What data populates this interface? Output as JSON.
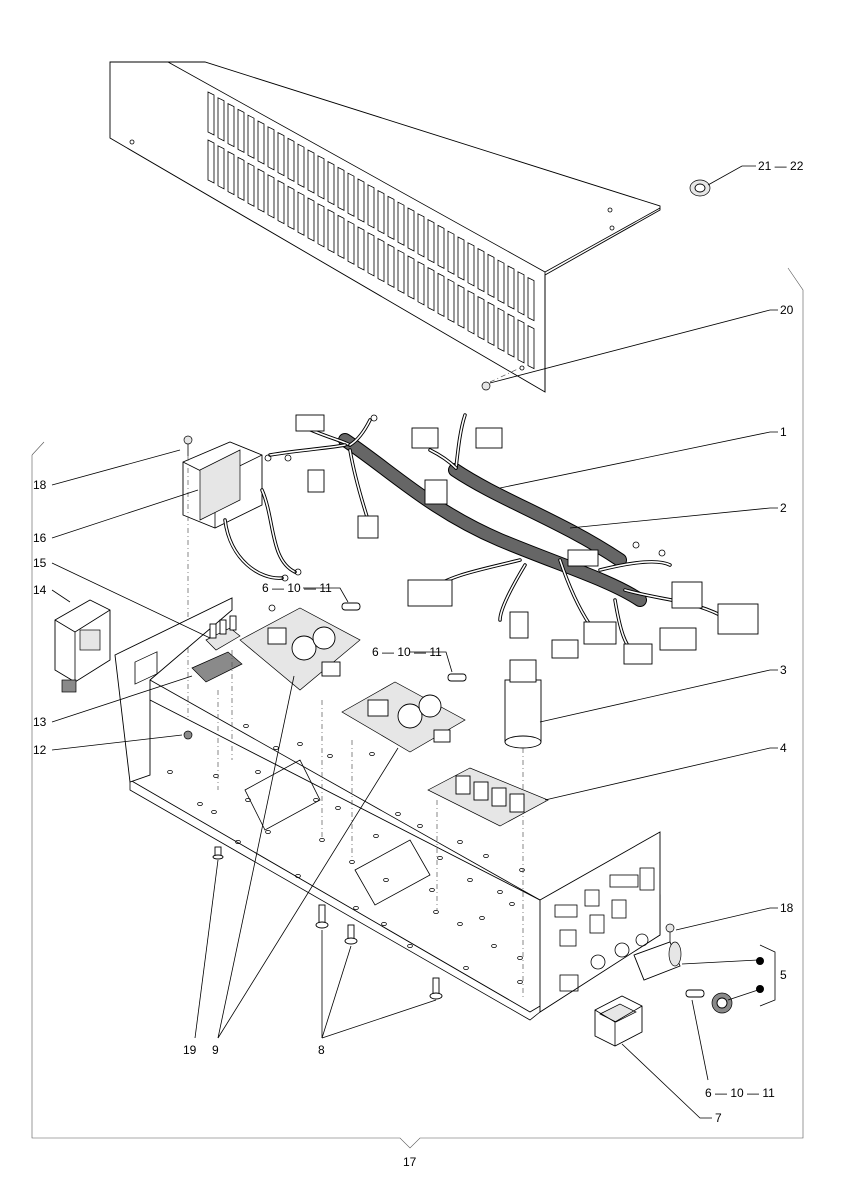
{
  "callouts": [
    {
      "id": "c-21-22",
      "text": "21 — 22"
    },
    {
      "id": "c-20",
      "text": "20"
    },
    {
      "id": "c-1",
      "text": "1"
    },
    {
      "id": "c-2",
      "text": "2"
    },
    {
      "id": "c-18a",
      "text": "18"
    },
    {
      "id": "c-16",
      "text": "16"
    },
    {
      "id": "c-15",
      "text": "15"
    },
    {
      "id": "c-14",
      "text": "14"
    },
    {
      "id": "c-6-10-11-a",
      "text": "6 — 10 — 11"
    },
    {
      "id": "c-6-10-11-b",
      "text": "6 — 10 — 11"
    },
    {
      "id": "c-3",
      "text": "3"
    },
    {
      "id": "c-13",
      "text": "13"
    },
    {
      "id": "c-12",
      "text": "12"
    },
    {
      "id": "c-4",
      "text": "4"
    },
    {
      "id": "c-18b",
      "text": "18"
    },
    {
      "id": "c-5",
      "text": "5"
    },
    {
      "id": "c-19",
      "text": "19"
    },
    {
      "id": "c-9",
      "text": "9"
    },
    {
      "id": "c-8",
      "text": "8"
    },
    {
      "id": "c-6-10-11-c",
      "text": "6 — 10 — 11"
    },
    {
      "id": "c-7",
      "text": "7"
    },
    {
      "id": "c-17",
      "text": "17"
    }
  ]
}
